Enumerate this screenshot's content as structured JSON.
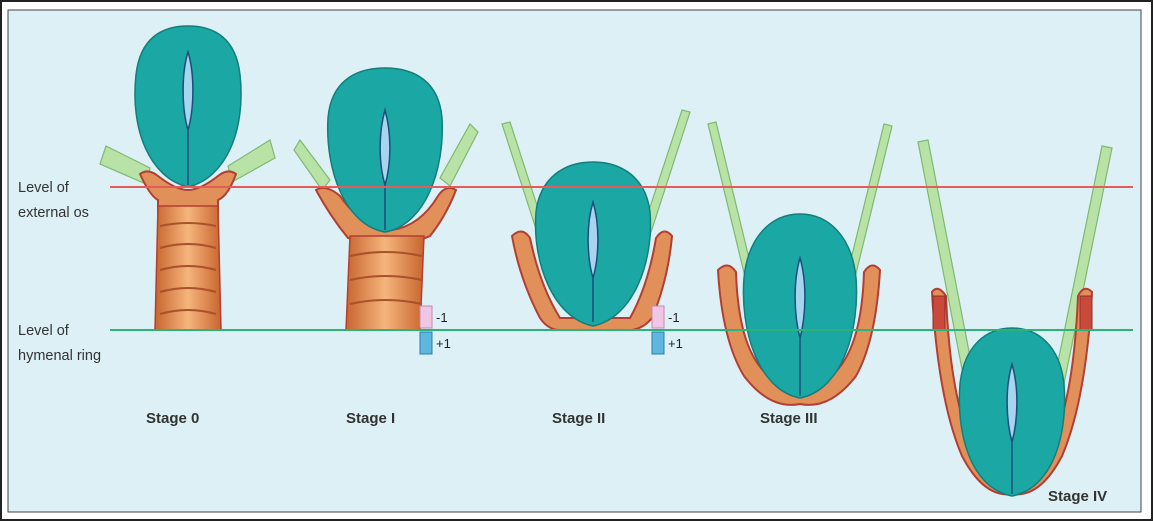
{
  "labels": {
    "external_os": [
      "Level of",
      "external os"
    ],
    "hymenal_ring": [
      "Level of",
      "hymenal ring"
    ],
    "tick_minus": "-1",
    "tick_plus": "+1"
  },
  "stages": [
    {
      "label": "Stage 0"
    },
    {
      "label": "Stage I"
    },
    {
      "label": "Stage II"
    },
    {
      "label": "Stage III"
    },
    {
      "label": "Stage IV"
    }
  ],
  "colors": {
    "background": "#dcf0f5",
    "uterus": "#1ba7a3",
    "cavity": "#a7d4ee",
    "vaginal_wall": "#e2905a",
    "vaginal_outline": "#b23e34",
    "ligament": "#b9e3a6",
    "external_os_line": "#e35b5b",
    "hymenal_ring_line": "#2bb37a",
    "tick_minus": "#efc6e3",
    "tick_plus": "#5fb6df"
  }
}
